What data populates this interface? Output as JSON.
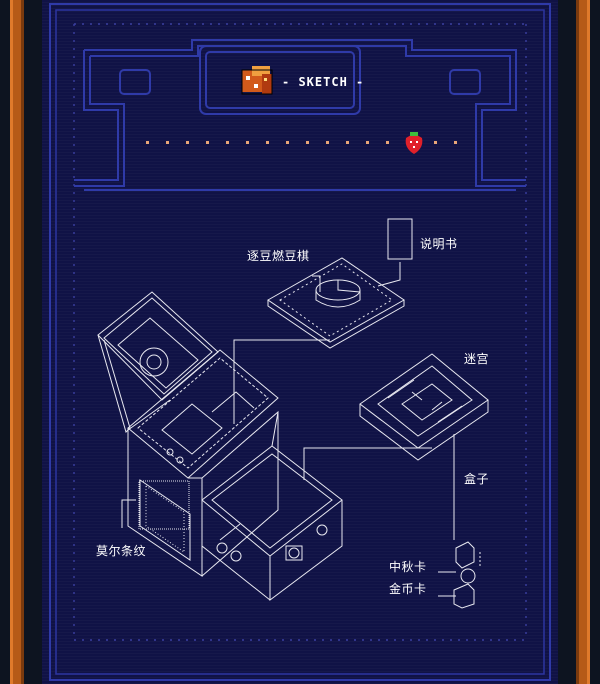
{
  "header": {
    "title": "- SKETCH -"
  },
  "labels": {
    "chess": "逐豆燃豆棋",
    "manual": "说明书",
    "maze": "迷宫",
    "box": "盒子",
    "morse": "莫尔条纹",
    "mid_autumn_card": "中秋卡",
    "coin_card": "金币卡"
  },
  "colors": {
    "panel": "#101246",
    "border_blue": "#2f3aa8",
    "orange": "#b65a17",
    "line": "#e8e8f0",
    "dot": "#e8a678"
  },
  "icons": {
    "badge": "pixel-dice-icon",
    "fruit": "strawberry-icon"
  }
}
